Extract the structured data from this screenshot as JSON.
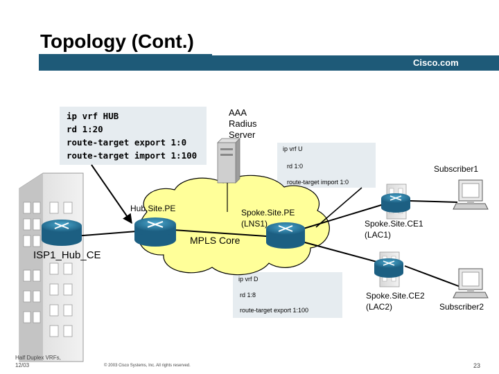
{
  "slide": {
    "title": "Topology (Cont.)",
    "brand": "Cisco.com",
    "page_number": "23",
    "footer_left": [
      "Half Duplex VRFs,",
      "12/03"
    ],
    "copyright": "© 2003 Cisco Systems, Inc. All rights reserved."
  },
  "hub_vrf": {
    "lines": [
      "ip vrf HUB",
      "rd 1:20",
      "route-target export 1:0",
      "route-target import 1:100"
    ]
  },
  "aaa": {
    "lines": [
      "AAA",
      "Radius",
      "Server"
    ]
  },
  "vrf_u": {
    "lines": [
      "ip vrf U",
      "rd 1:0",
      "route-target import 1:0"
    ]
  },
  "vrf_d": {
    "lines": [
      "ip vrf D",
      "rd 1:8",
      "route-target export 1:100"
    ]
  },
  "labels": {
    "hub_pe": "Hub.Site.PE",
    "spoke_pe": [
      "Spoke.Site.PE",
      "(LNS1)"
    ],
    "mpls": "MPLS Core",
    "isp_ce": "ISP1_Hub_CE",
    "ce1": [
      "Spoke.Site.CE1",
      "(LAC1)"
    ],
    "ce2": [
      "Spoke.Site.CE2",
      "(LAC2)"
    ],
    "sub1": "Subscriber1",
    "sub2": "Subscriber2"
  },
  "colors": {
    "brand_bar": "#1e5a78",
    "cloud": "#ffff99",
    "router": "#2a80a8",
    "box": "#e6ecf0"
  }
}
